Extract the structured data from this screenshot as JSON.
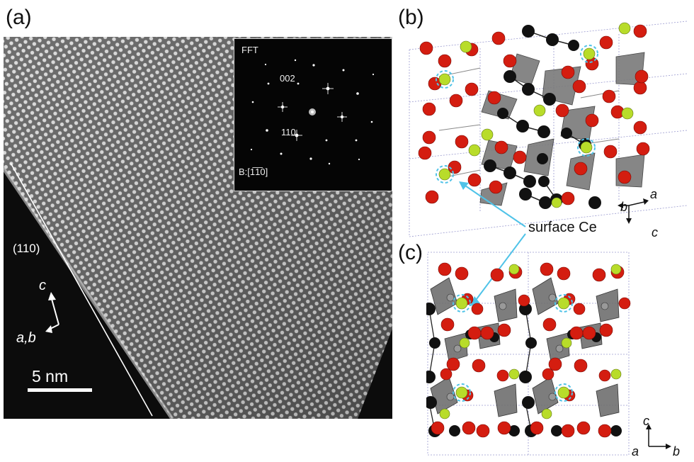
{
  "panels": {
    "a": "(a)",
    "b": "(b)",
    "c": "(c)"
  },
  "stem": {
    "facet_label": "(110)",
    "axis_c": "c",
    "axis_ab": "a,b",
    "scale_bar": "5 nm"
  },
  "fft": {
    "title": "FFT",
    "spot_002": "002",
    "spot_110": "110",
    "beam_direction": "B:[1̅1̅0]"
  },
  "structure_b": {
    "axis_a": "a",
    "axis_b": "b",
    "axis_c": "c"
  },
  "structure_c": {
    "axis_a": "a",
    "axis_b": "b",
    "axis_c": "c"
  },
  "annotation": {
    "surface_label": "surface Ce",
    "arrow_color": "#4fc3e8"
  },
  "colors": {
    "oxygen": "#d41d10",
    "cerium": "#b8dc2a",
    "cation": "#111111",
    "polyhedron": "#7a7a7a"
  }
}
